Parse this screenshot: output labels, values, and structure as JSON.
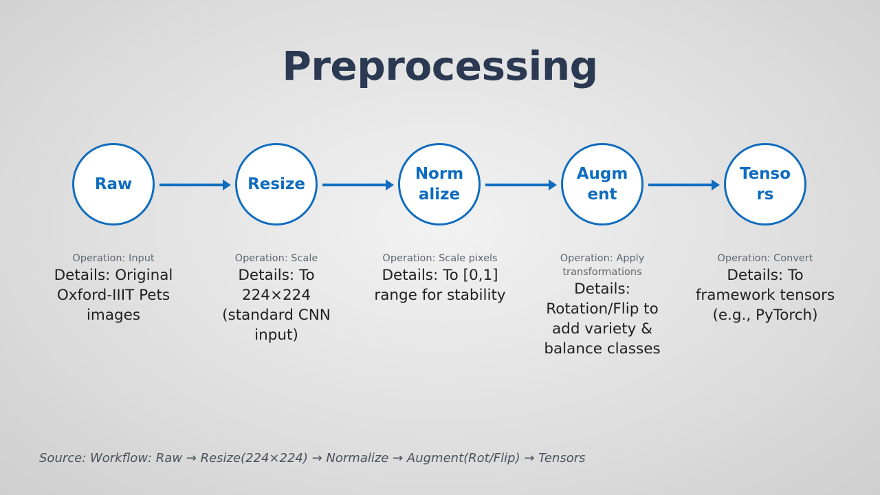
{
  "title": "Preprocessing",
  "steps": [
    {
      "label": "Raw",
      "operation": "Operation: Input",
      "details": "Details: Original Oxford-IIIT Pets images"
    },
    {
      "label": "Resize",
      "operation": "Operation: Scale",
      "details": "Details: To 224×224 (standard CNN input)"
    },
    {
      "label": "Norm\nalize",
      "operation": "Operation: Scale pixels",
      "details": "Details: To [0,1] range for stability"
    },
    {
      "label": "Augm\nent",
      "operation": "Operation: Apply transformations",
      "details": "Details: Rotation/Flip to add variety & balance classes"
    },
    {
      "label": "Tenso\nrs",
      "operation": "Operation: Convert",
      "details": "Details: To framework tensors (e.g., PyTorch)"
    }
  ],
  "source": "Source: Workflow: Raw → Resize(224×224) → Normalize → Augment(Rot/Flip) → Tensors",
  "colors": {
    "accent": "#0f6cbf",
    "title": "#2b3a52"
  }
}
